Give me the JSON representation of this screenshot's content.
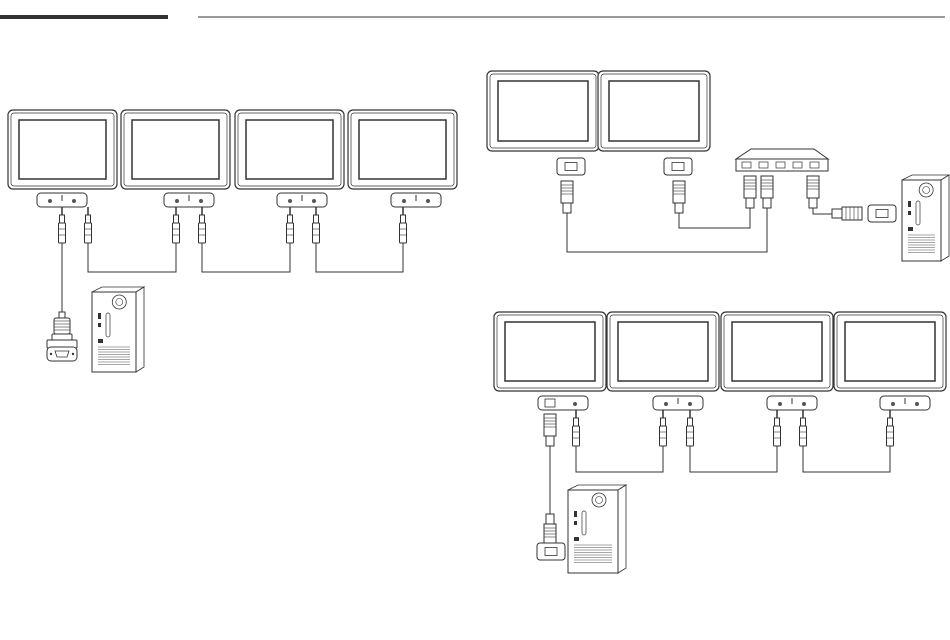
{
  "diagrams": [
    {
      "name": "rs232c-daisy-chain",
      "monitors": 4,
      "connection": "stereo-cable",
      "source": "pc-serial-port"
    },
    {
      "name": "lan-switch-hub",
      "monitors": 2,
      "connection": "lan-cable",
      "source": "pc-via-hub"
    },
    {
      "name": "lan-rs232c-chain",
      "monitors": 4,
      "connection": "lan-and-stereo-cable",
      "source": "pc-lan-port"
    }
  ],
  "icons": [
    "monitor-icon",
    "port-panel-icon",
    "stereo-jack-icon",
    "rj45-plug-icon",
    "rs232c-connector-icon",
    "pc-tower-icon",
    "lan-port-icon",
    "network-hub-icon"
  ],
  "colors": {
    "line": "#333333",
    "fill": "#ffffff",
    "vent": "#888888"
  }
}
